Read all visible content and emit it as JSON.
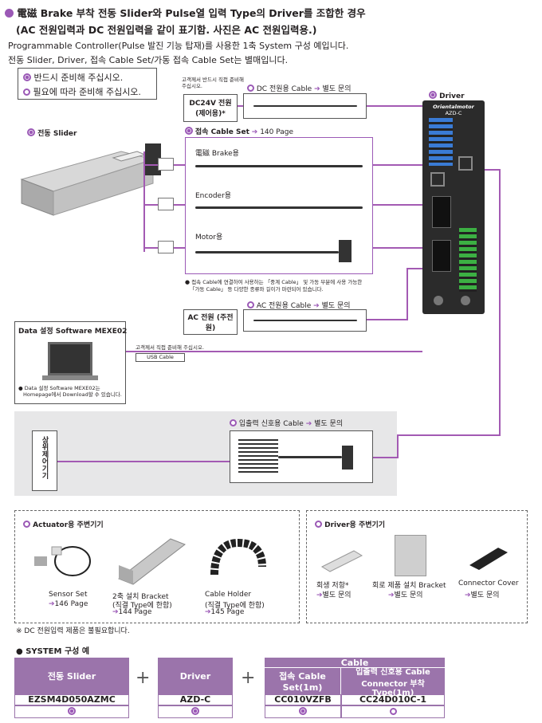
{
  "header": {
    "title1": "電磁 Brake 부착 전동 Slider와 Pulse열 입력 Type의 Driver를 조합한 경우",
    "title2": "(AC 전원입력과 DC 전원입력을 같이 표기함. 사진은 AC 전원입력용.)",
    "desc1": "Programmable Controller(Pulse 발진 기능 탑재)를 사용한 1축 System 구성 예입니다.",
    "desc2": "전동 Slider, Driver, 접속 Cable Set/가동 접속 Cable Set는 별매입니다."
  },
  "legend": {
    "must": "반드시 준비해 주십시오.",
    "optional": "필요에 따라 준비해 주십시오."
  },
  "diagram": {
    "dc_note": "고객께서 반드시 직접 준비해 주십시오.",
    "dc_power": "DC24V 전원 (제어용)*",
    "dc_cable": "DC 전원용 Cable",
    "dc_cable_ref": "별도 문의",
    "driver_label": "Driver",
    "driver_brand": "Orientalmotor",
    "driver_model": "AZD-C",
    "slider_label": "전동 Slider",
    "cable_set": "접속 Cable Set",
    "cable_set_page": "140 Page",
    "brake": "電磁 Brake용",
    "encoder": "Encoder용",
    "motor": "Motor용",
    "cable_note1": "접속 Cable에 연결하여 사용하는 「중계 Cable」 및 가동 부분에 사용 가능한",
    "cable_note2": "「가동 Cable」 등 다양한 종류와 길이가 마련되어 있습니다.",
    "ac_cable": "AC 전원용 Cable",
    "ac_cable_ref": "별도 문의",
    "ac_power": "AC 전원 (주전원)",
    "software_title": "Data 설정 Software MEXE02",
    "software_note1": "Data 설정 Software MEXE02는",
    "software_note2": "Homepage에서 Download할 수 있습니다.",
    "usb_note": "고객께서 직접 준비해 주십시오.",
    "usb_cable": "USB Cable",
    "io_cable": "입출력 신호용 Cable",
    "io_cable_ref": "별도 문의",
    "host": "상위제어기기"
  },
  "peripherals": {
    "actuator_title": "Actuator용 주변기기",
    "sensor": "Sensor Set",
    "sensor_page": "146 Page",
    "bracket1": "2축 설치 Bracket",
    "bracket1_sub": "(직결 Type에 한함)",
    "bracket1_page": "144 Page",
    "holder": "Cable Holder",
    "holder_sub": "(직결 Type에 한함)",
    "holder_page": "145 Page",
    "driver_title": "Driver용 주변기기",
    "resistor": "회생 저항*",
    "resistor_ref": "별도 문의",
    "bracket2": "회로 제품 설치 Bracket",
    "bracket2_ref": "별도 문의",
    "cover": "Connector Cover",
    "cover_ref": "별도 문의"
  },
  "footnote": "※ DC 전원입력 제품은 불필요합니다.",
  "system": {
    "title": "SYSTEM 구성 예",
    "slider_hdr": "전동 Slider",
    "slider_model": "EZSM4D050AZMC",
    "driver_hdr": "Driver",
    "driver_model": "AZD-C",
    "cable_hdr": "Cable",
    "conn_hdr1": "접속 Cable",
    "conn_hdr2": "Set(1m)",
    "conn_model": "CC010VZFB",
    "io_hdr1": "입출력 신호용 Cable",
    "io_hdr2": "Connector 부착 Type(1m)",
    "io_model": "CC24D010C-1",
    "plus": "+"
  },
  "colors": {
    "accent": "#9b59b6",
    "header": "#9b74ab",
    "wire": "#a35ab3"
  }
}
